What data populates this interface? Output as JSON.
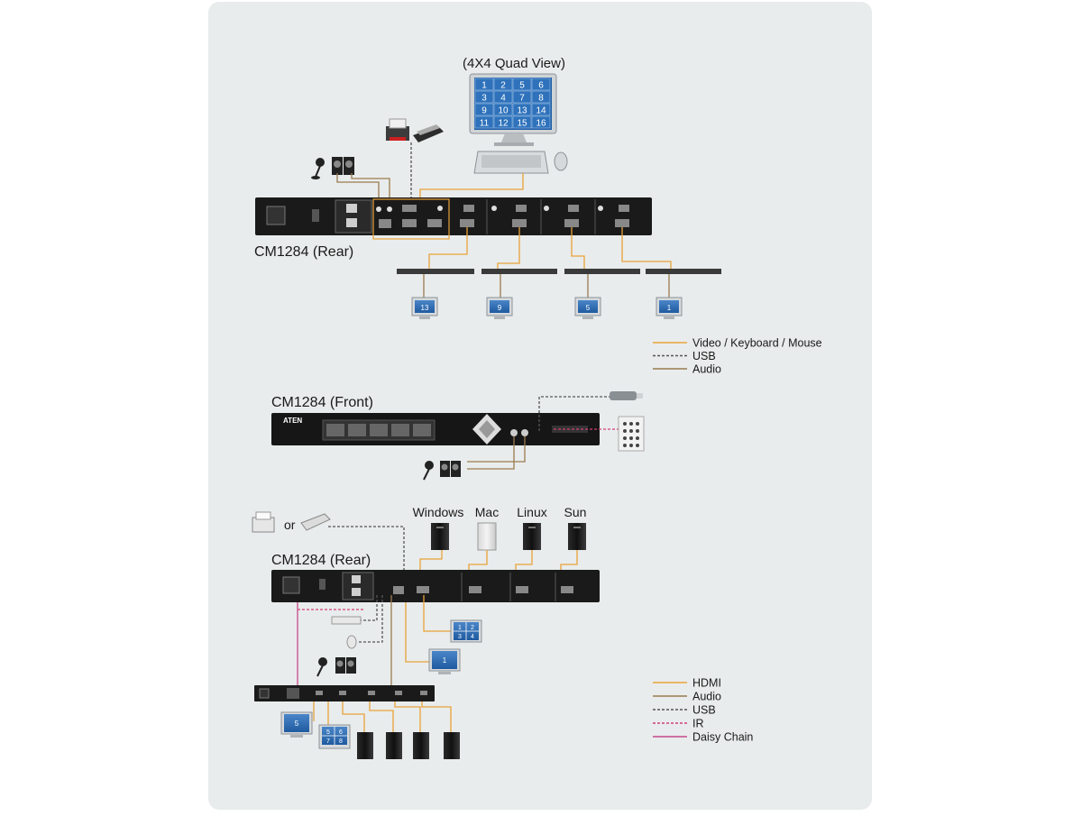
{
  "quad_view": {
    "title": "(4X4 Quad View)",
    "cells": [
      "1",
      "2",
      "5",
      "6",
      "3",
      "4",
      "7",
      "8",
      "9",
      "10",
      "13",
      "14",
      "11",
      "12",
      "15",
      "16"
    ]
  },
  "rear_top": {
    "label": "CM1284 (Rear)",
    "monitor_numbers": [
      "13",
      "9",
      "5",
      "1"
    ]
  },
  "legend_top": [
    {
      "label": "Video / Keyboard / Mouse",
      "style": "solid",
      "color": "#e8a33a"
    },
    {
      "label": "USB",
      "style": "dashed",
      "color": "#555555"
    },
    {
      "label": "Audio",
      "style": "solid",
      "color": "#9a7b4f"
    }
  ],
  "front": {
    "label": "CM1284 (Front)",
    "brand": "ATEN"
  },
  "rear_bottom": {
    "label": "CM1284 (Rear)",
    "or_text": "or",
    "os_labels": [
      "Windows",
      "Mac",
      "Linux",
      "Sun"
    ],
    "quad_cells_a": [
      "1",
      "2",
      "3",
      "4"
    ],
    "single_monitor_a": "1",
    "single_monitor_b": "5",
    "quad_cells_b": [
      "5",
      "6",
      "7",
      "8"
    ]
  },
  "legend_bottom": [
    {
      "label": "HDMI",
      "style": "solid",
      "color": "#e8a33a"
    },
    {
      "label": "Audio",
      "style": "solid",
      "color": "#9a7b4f"
    },
    {
      "label": "USB",
      "style": "dashed",
      "color": "#555555"
    },
    {
      "label": "IR",
      "style": "dashed",
      "color": "#d0407a"
    },
    {
      "label": "Daisy Chain",
      "style": "solid",
      "color": "#c64a8c"
    }
  ]
}
